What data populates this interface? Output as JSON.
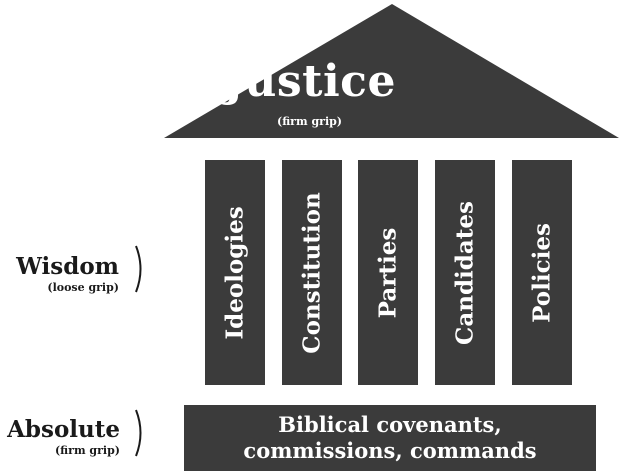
{
  "roof": {
    "title": "Justice",
    "subtitle": "(firm grip)"
  },
  "pillars": [
    {
      "label": "Ideologies"
    },
    {
      "label": "Constitution"
    },
    {
      "label": "Parties"
    },
    {
      "label": "Candidates"
    },
    {
      "label": "Policies"
    }
  ],
  "base": {
    "line1": "Biblical covenants,",
    "line2": "commissions, commands"
  },
  "wisdom": {
    "title": "Wisdom",
    "subtitle": "(loose grip)"
  },
  "absolute": {
    "title": "Absolute",
    "subtitle": "(firm grip)"
  },
  "colors": {
    "fill": "#3b3b3b",
    "text_on_fill": "#ffffff",
    "side_text": "#1a1a1a"
  },
  "icons": {
    "wisdom_bracket": "chevron-right-icon",
    "absolute_bracket": "chevron-right-icon"
  }
}
